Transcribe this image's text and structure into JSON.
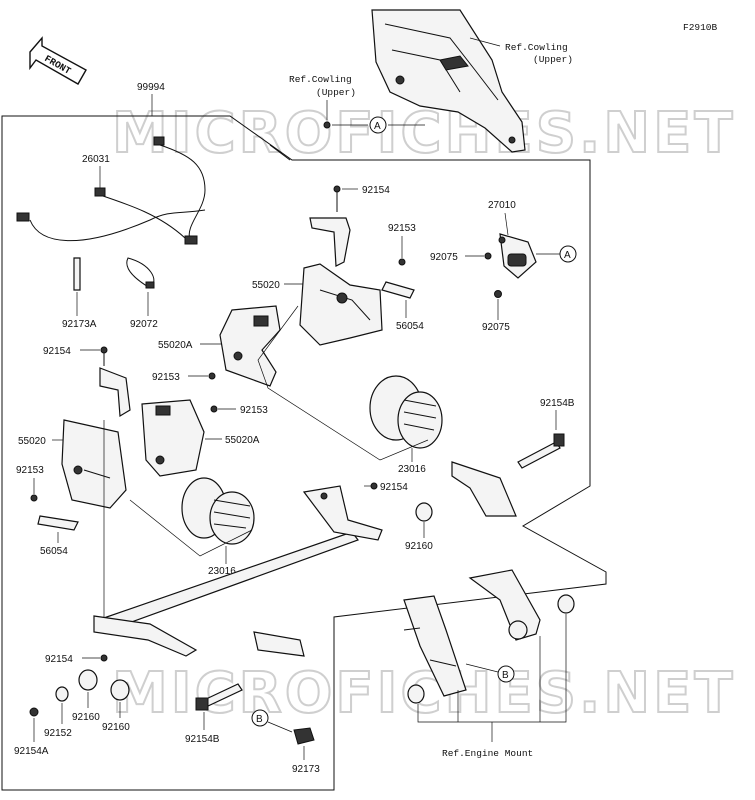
{
  "figure_code": "F2910B",
  "watermark": "MICROFICHES.NET",
  "front_tag": "FRONT",
  "refs": {
    "cowling_upper_a": "Ref.Cowling",
    "cowling_upper_a_sub": "(Upper)",
    "cowling_upper_b": "Ref.Cowling",
    "cowling_upper_b_sub": "(Upper)",
    "engine_mount": "Ref.Engine Mount"
  },
  "markers": {
    "a1": "A",
    "a2": "A",
    "b1": "B",
    "b2": "B"
  },
  "parts": {
    "p99994": "99994",
    "p26031": "26031",
    "p92173A": "92173A",
    "p92072": "92072",
    "p92154_top": "92154",
    "p92153_top": "92153",
    "p27010": "27010",
    "p92075_a": "92075",
    "p92075_b": "92075",
    "p55020_top": "55020",
    "p56054_top": "56054",
    "p55020A_top": "55020A",
    "p92154_left": "92154",
    "p92153_mid": "92153",
    "p92153_right": "92153",
    "p55020A_mid": "55020A",
    "p55020_left": "55020",
    "p92153_left": "92153",
    "p56054_left": "56054",
    "p23016_top": "23016",
    "p92154B_right": "92154B",
    "p92154_mid": "92154",
    "p92160_right": "92160",
    "p23016_bottom": "23016",
    "p92154_low": "92154",
    "p92160_a": "92160",
    "p92160_b": "92160",
    "p92152": "92152",
    "p92154A": "92154A",
    "p92154B_low": "92154B",
    "p92173": "92173"
  }
}
